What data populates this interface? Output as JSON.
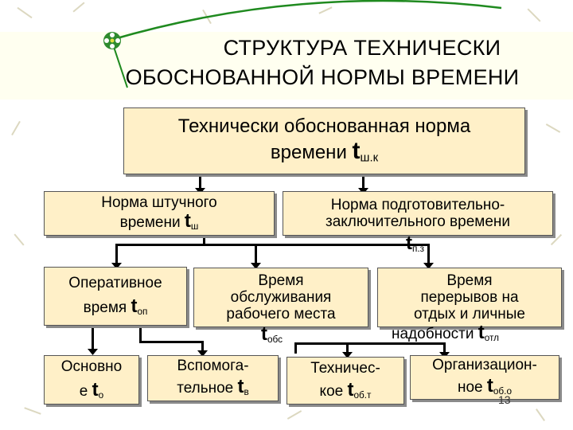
{
  "title": {
    "line1": "СТРУКТУРА ТЕХНИЧЕСКИ",
    "line2": "ОБОСНОВАННОЙ НОРМЫ ВРЕМЕНИ"
  },
  "nodes": {
    "root": {
      "line1": "Технически обоснованная норма",
      "line2": "времени ",
      "symbol": "t",
      "sub": "ш.к"
    },
    "piece": {
      "line1": "Норма штучного",
      "line2": "времени ",
      "symbol": "t",
      "sub": "ш"
    },
    "prep": {
      "line1": "Норма подготовительно-",
      "line2": "заключительного времени",
      "symbol": "t",
      "sub": "п.з"
    },
    "oper": {
      "line1": "Оперативное",
      "line2": "время ",
      "symbol": "t",
      "sub": "оп"
    },
    "service": {
      "line1": "Время",
      "line2": "обслуживания",
      "line3": "рабочего места",
      "symbol": "t",
      "sub": "обс"
    },
    "breaks": {
      "line1": "Время",
      "line2": "перерывов на",
      "line3": "отдых и личные",
      "line4": "надобности ",
      "symbol": "t",
      "sub": "отл"
    },
    "main": {
      "line1": "Основно",
      "line2": "е ",
      "symbol": "t",
      "sub": "о"
    },
    "aux": {
      "line1": "Вспомога-",
      "line2": "тельное ",
      "symbol": "t",
      "sub": "в"
    },
    "tech": {
      "line1": "Техничес-",
      "line2": "кое ",
      "symbol": "t",
      "sub": "об.т"
    },
    "org": {
      "line1": "Организацион-",
      "line2": "ное ",
      "symbol": "t",
      "sub": "об.о"
    }
  },
  "page_number": "13",
  "colors": {
    "box_fill": "#fff0c8",
    "title_band": "#fffff0",
    "accent_green": "#1f8a1f",
    "connector": "#000000"
  }
}
